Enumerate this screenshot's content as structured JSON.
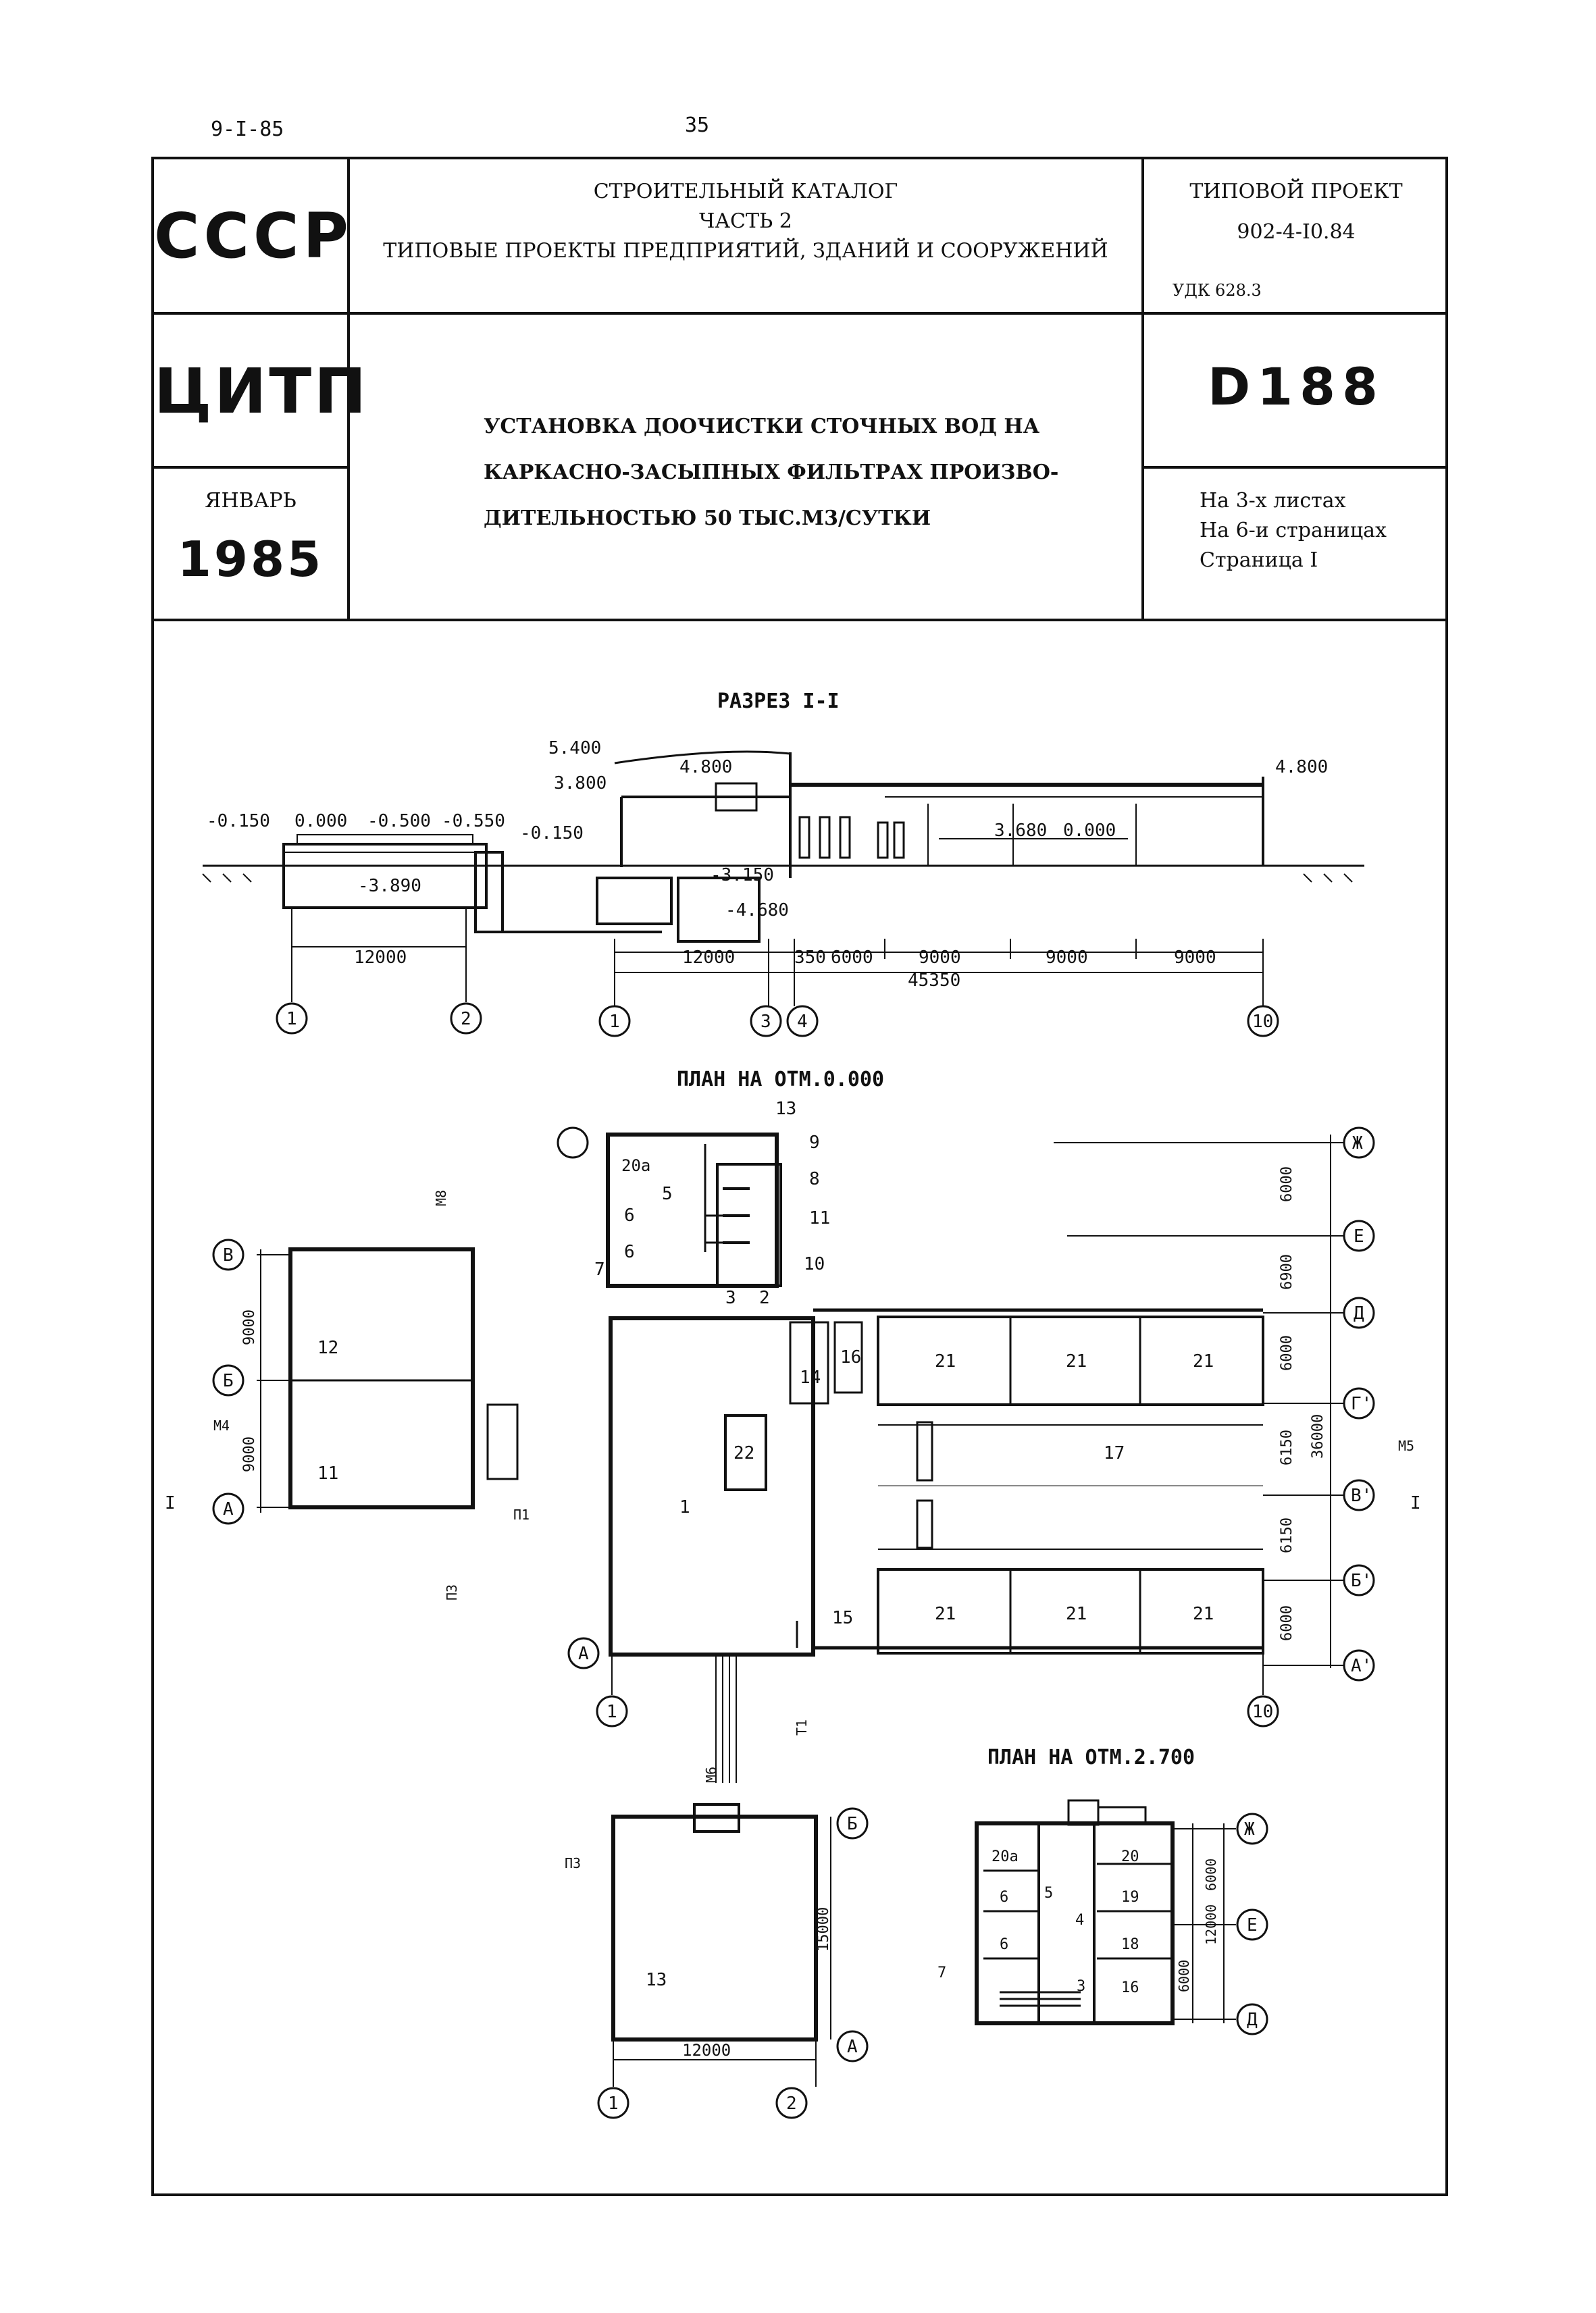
{
  "page_header": {
    "left_code": "9-I-85",
    "page_number": "35"
  },
  "title_block": {
    "country": "СССР",
    "organization": "ЦИТП",
    "month": "ЯНВАРЬ",
    "year": "1985",
    "catalog_line1": "СТРОИТЕЛЬНЫЙ КАТАЛОГ",
    "catalog_line2": "ЧАСТЬ 2",
    "catalog_line3": "ТИПОВЫЕ ПРОЕКТЫ ПРЕДПРИЯТИЙ, ЗДАНИЙ И СООРУЖЕНИЙ",
    "project_label": "ТИПОВОЙ ПРОЕКТ",
    "project_number": "902-4-I0.84",
    "udk": "УДК 628.3",
    "sheet_code": "D188",
    "description_line1": "УСТАНОВКА ДООЧИСТКИ СТОЧНЫХ ВОД НА",
    "description_line2": "КАРКАСНО-ЗАСЫПНЫХ ФИЛЬТРАХ ПРОИЗВО-",
    "description_line3": "ДИТЕЛЬНОСТЬЮ 50 ТЫС.М3/СУТКИ",
    "sheets_info1": "На 3-х листах",
    "sheets_info2": "На 6-и страницах",
    "sheets_info3": "Страница I"
  },
  "section": {
    "title": "РАЗРЕЗ I-I",
    "levels": [
      "5.400",
      "3.800",
      "4.800",
      "4.800",
      "-0.150",
      "0.000",
      "-0.500",
      "-0.550",
      "-0.150",
      "-3.890",
      "3.680",
      "0.000",
      "-3.150",
      "-4.680"
    ],
    "dims": [
      "12000",
      "12000",
      "350",
      "6000",
      "9000",
      "9000",
      "9000",
      "45350"
    ],
    "axes": [
      "1",
      "2",
      "1",
      "3",
      "4",
      "10"
    ]
  },
  "plan_main": {
    "title": "ПЛАН НА ОТМ.0.000",
    "row_axes": [
      "Ж",
      "Е",
      "Д",
      "Г'",
      "В'",
      "Б'",
      "А'",
      "В",
      "Б",
      "А",
      "А"
    ],
    "col_axes": [
      "1",
      "10"
    ],
    "dims": [
      "6000",
      "6900",
      "6000",
      "6150",
      "6150",
      "6000",
      "36000",
      "9000",
      "9000"
    ],
    "rooms": [
      "21",
      "21",
      "21",
      "17",
      "21",
      "21",
      "21",
      "15",
      "16",
      "14",
      "22",
      "1",
      "12",
      "11",
      "20а",
      "5",
      "6",
      "6",
      "7",
      "13",
      "8",
      "9",
      "10",
      "11",
      "3",
      "2"
    ],
    "pipes": [
      "М8",
      "М4",
      "М5",
      "П1",
      "П3",
      "Т1",
      "М6"
    ],
    "cuts": [
      "I",
      "I"
    ]
  },
  "plan_upper": {
    "title": "ПЛАН НА ОТМ.2.700",
    "row_axes": [
      "Ж",
      "Е",
      "Д"
    ],
    "dims": [
      "6000",
      "6000",
      "12000"
    ],
    "rooms": [
      "20а",
      "6",
      "6",
      "5",
      "4",
      "20",
      "19",
      "18",
      "16",
      "7",
      "3"
    ]
  },
  "plan_tank": {
    "row_axes": [
      "Б",
      "А"
    ],
    "col_axes": [
      "1",
      "2"
    ],
    "dims": [
      "12000",
      "15000"
    ],
    "rooms": [
      "13"
    ],
    "pipes": [
      "П3"
    ]
  }
}
